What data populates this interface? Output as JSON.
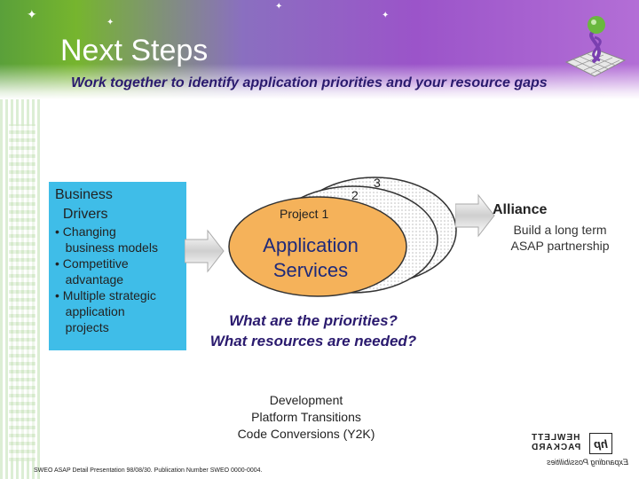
{
  "header": {
    "title": "Next Steps",
    "subtitle": "Work together to identify application priorities and your resource gaps"
  },
  "drivers": {
    "title": "Business\n  Drivers",
    "items": [
      "• Changing\n   business models",
      "• Competitive\n   advantage",
      "• Multiple strategic\n   application\n   projects"
    ]
  },
  "diagram": {
    "label_3": "3",
    "label_2": "2",
    "label_1": "Project 1",
    "center_line1": "Application",
    "center_line2": "Services"
  },
  "questions": {
    "line1": "What are the priorities?",
    "line2": "What resources are needed?"
  },
  "development": {
    "line1": "Development",
    "line2": "Platform Transitions",
    "line3": "Code Conversions (Y2K)"
  },
  "alliance": {
    "title": "Alliance",
    "line1": "Build a long term",
    "line2": "ASAP partnership"
  },
  "footer": {
    "text": "SWEO ASAP Detail Presentation 98/08/30. Publication Number SWEO 0000-0004."
  },
  "logo": {
    "line1": "HEWLETT",
    "line2": "PACKARD",
    "tagline": "Expanding Possibilities",
    "mark": "hp"
  },
  "colors": {
    "drivers_box": "#3fbde8",
    "ellipse_front": "#f5b25a",
    "question_text": "#2a1a6e"
  }
}
